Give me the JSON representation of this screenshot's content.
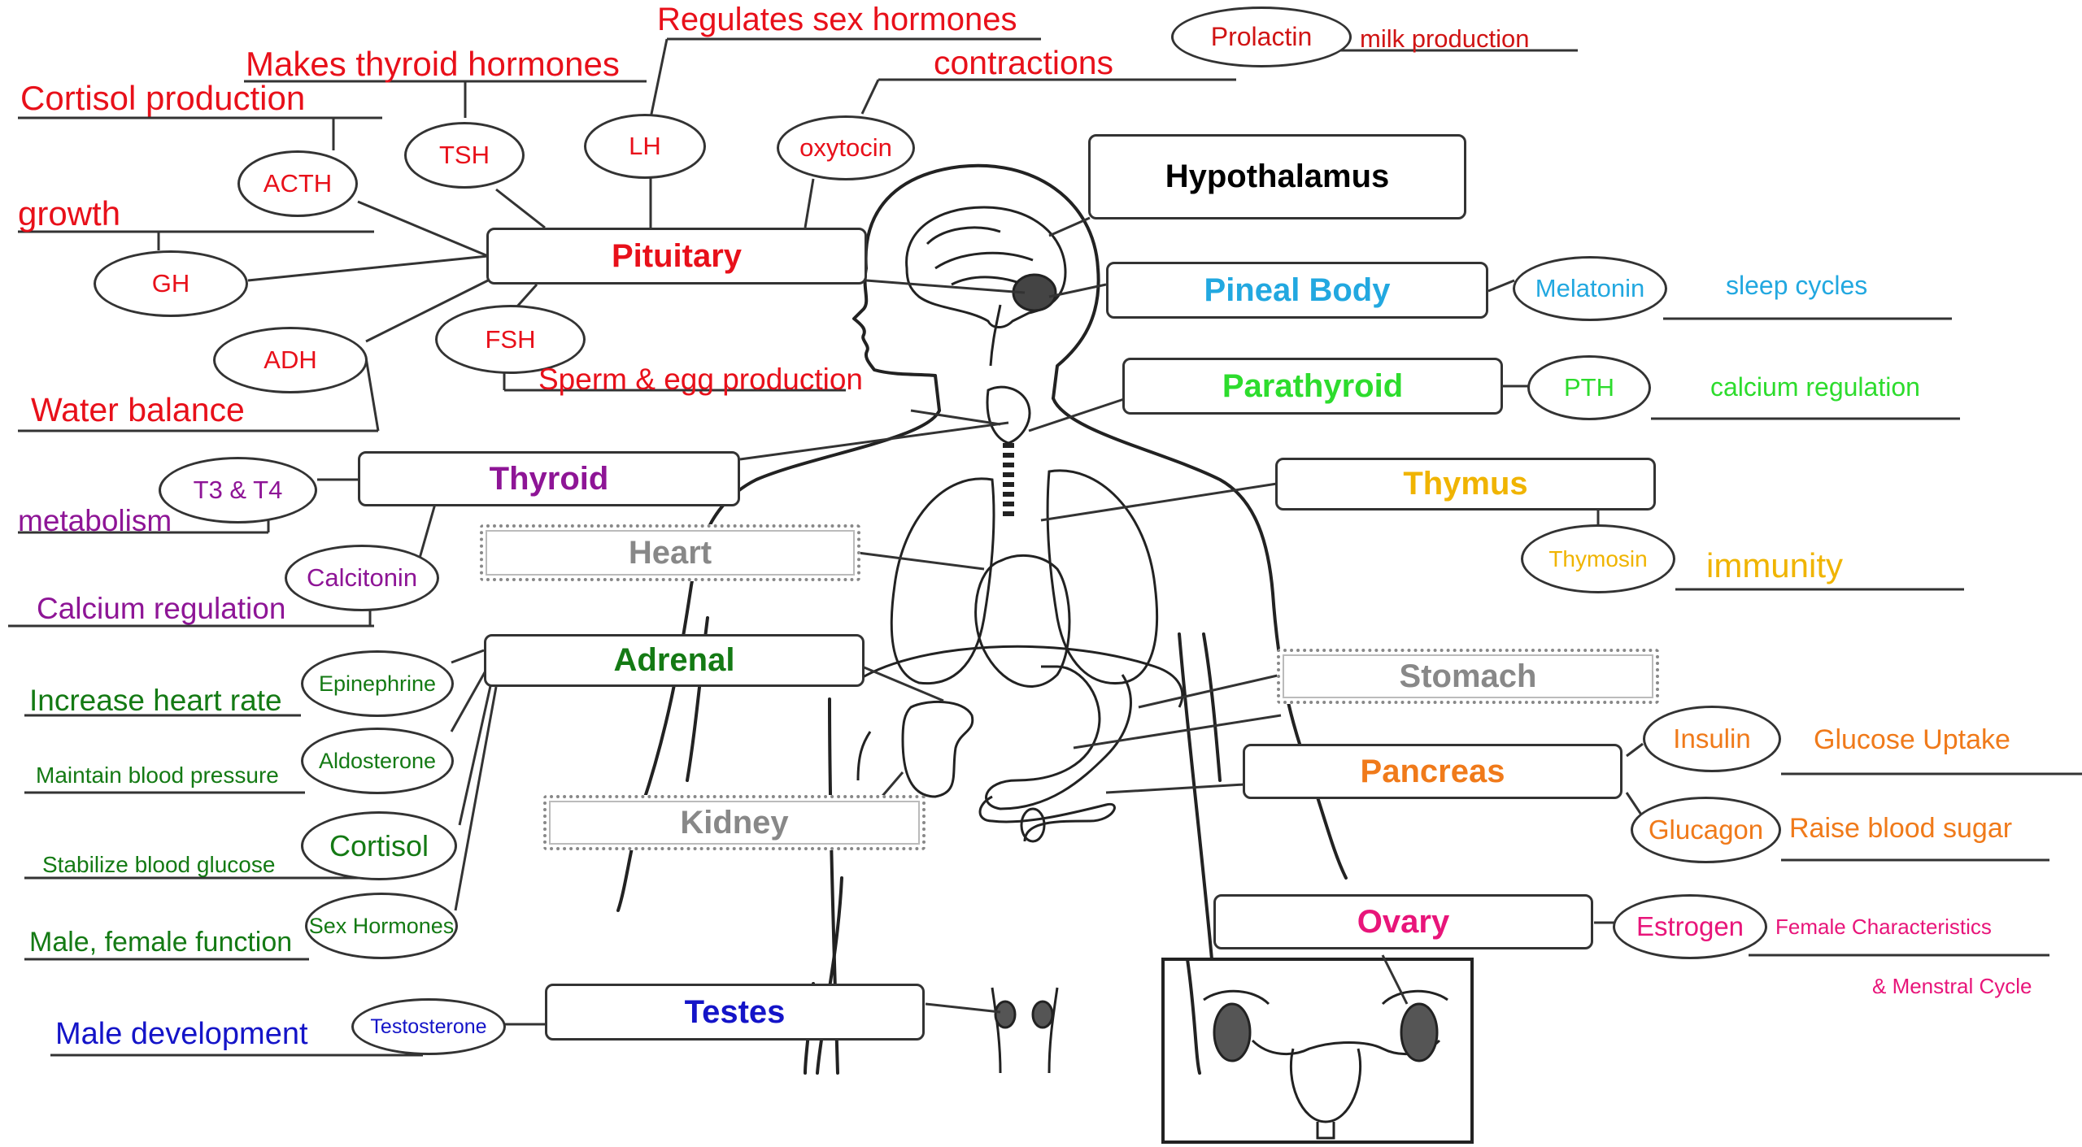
{
  "colors": {
    "pituitary": "#e8101a",
    "thyroid": "#8e1596",
    "adrenal": "#147a14",
    "pineal": "#22a8e0",
    "parathyroid": "#2ddc2d",
    "thymus": "#f0b400",
    "pancreas": "#f07a1a",
    "ovary": "#e8157a",
    "testes": "#1414c8",
    "gray": "#888888",
    "hypothalamus": "#000000",
    "prolactin": "#d01414"
  },
  "nodes": {
    "hypothalamus": "Hypothalamus",
    "pituitary": "Pituitary",
    "pineal": "Pineal Body",
    "parathyroid": "Parathyroid",
    "thyroid": "Thyroid",
    "thymus": "Thymus",
    "heart": "Heart",
    "adrenal": "Adrenal",
    "stomach": "Stomach",
    "pancreas": "Pancreas",
    "kidney": "Kidney",
    "ovary": "Ovary",
    "testes": "Testes"
  },
  "hormones": {
    "acth": "ACTH",
    "tsh": "TSH",
    "lh": "LH",
    "oxytocin": "oxytocin",
    "gh": "GH",
    "fsh": "FSH",
    "adh": "ADH",
    "prolactin": "Prolactin",
    "melatonin": "Melatonin",
    "pth": "PTH",
    "t3t4": "T3 & T4",
    "calcitonin": "Calcitonin",
    "thymosin": "Thymosin",
    "epinephrine": "Epinephrine",
    "aldosterone": "Aldosterone",
    "cortisol": "Cortisol",
    "sex_hormones": "Sex Hormones",
    "insulin": "Insulin",
    "glucagon": "Glucagon",
    "estrogen": "Estrogen",
    "testosterone": "Testosterone"
  },
  "functions": {
    "regulates_sex_hormones": "Regulates sex hormones",
    "makes_thyroid_hormones": "Makes thyroid hormones",
    "cortisol_production": "Cortisol production",
    "contractions": "contractions",
    "milk_production": "milk production",
    "growth": "growth",
    "water_balance": "Water balance",
    "sperm_egg": "Sperm & egg production",
    "sleep_cycles": "sleep cycles",
    "calcium_regulation_pth": "calcium regulation",
    "metabolism": "metabolism",
    "calcium_regulation_thyroid": "Calcium regulation",
    "immunity": "immunity",
    "increase_heart_rate": "Increase heart rate",
    "maintain_bp": "Maintain blood pressure",
    "stabilize_glucose": "Stabilize blood glucose",
    "male_female_function": "Male, female function",
    "glucose_uptake": "Glucose Uptake",
    "raise_blood_sugar": "Raise blood sugar",
    "female_characteristics": "Female Characteristics",
    "menstral_cycle": "& Menstral Cycle",
    "male_development": "Male  development"
  }
}
